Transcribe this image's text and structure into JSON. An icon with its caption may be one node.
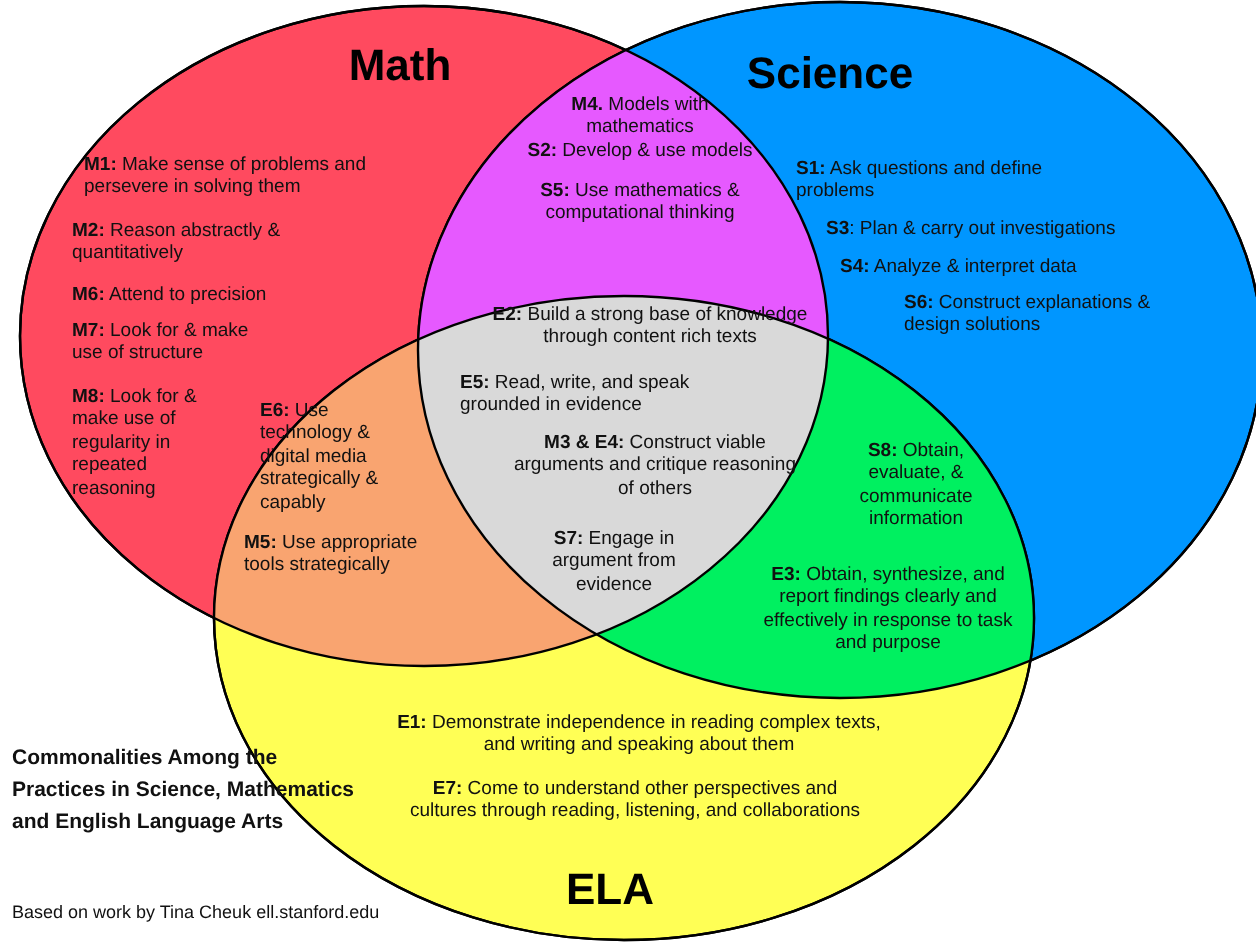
{
  "diagram": {
    "title": "Commonalities Among the Practices in Science, Mathematics and English Language Arts",
    "caption": "Based on work by Tina Cheuk ell.stanford.edu",
    "nodes": [
      {
        "text": [
          "Math",
          "**M1:** Make sense of problems and persevere in solving them",
          "**M2:** Reason abstractly & quantitatively",
          "**M6:** Attend to precision",
          "**M7:** Look for & make use of structure",
          "**M8:** Look for & make use of regularity in repeated reasoning"
        ]
      },
      {
        "text": [
          "Science",
          "**S1:** Ask questions and define problems",
          "**S3**: Plan & carry out investigations",
          "**S4:** Analyze & interpret data",
          "**S6:** Construct explanations & design solutions"
        ]
      },
      {
        "text": [
          "**E1:** Demonstrate independence in reading complex texts, and writing and speaking about them",
          "**E7:** Come to understand other perspectives and cultures through reading, listening, and collaborations",
          "ELA"
        ]
      }
    ],
    "labels": [
      "**M4.** Models with mathematics",
      "**S2:** Develop & use models",
      "**S5:** Use mathematics & computational thinking",
      "**E2:** Build a strong base of knowledge through content rich texts",
      "**E5:** Read, write, and speak grounded in evidence",
      "**M3 & E4:** Construct viable arguments and critique reasoning of others",
      "**S7:** Engage in argument from evidence",
      "**E6:** Use technology & digital media strategically & capably",
      "**M5:** Use appropriate tools strategically",
      "**S8:** Obtain, evaluate, & communicate information",
      "**E3:** Obtain, synthesize, and report findings clearly and effectively in response to task and purpose"
    ]
  }
}
